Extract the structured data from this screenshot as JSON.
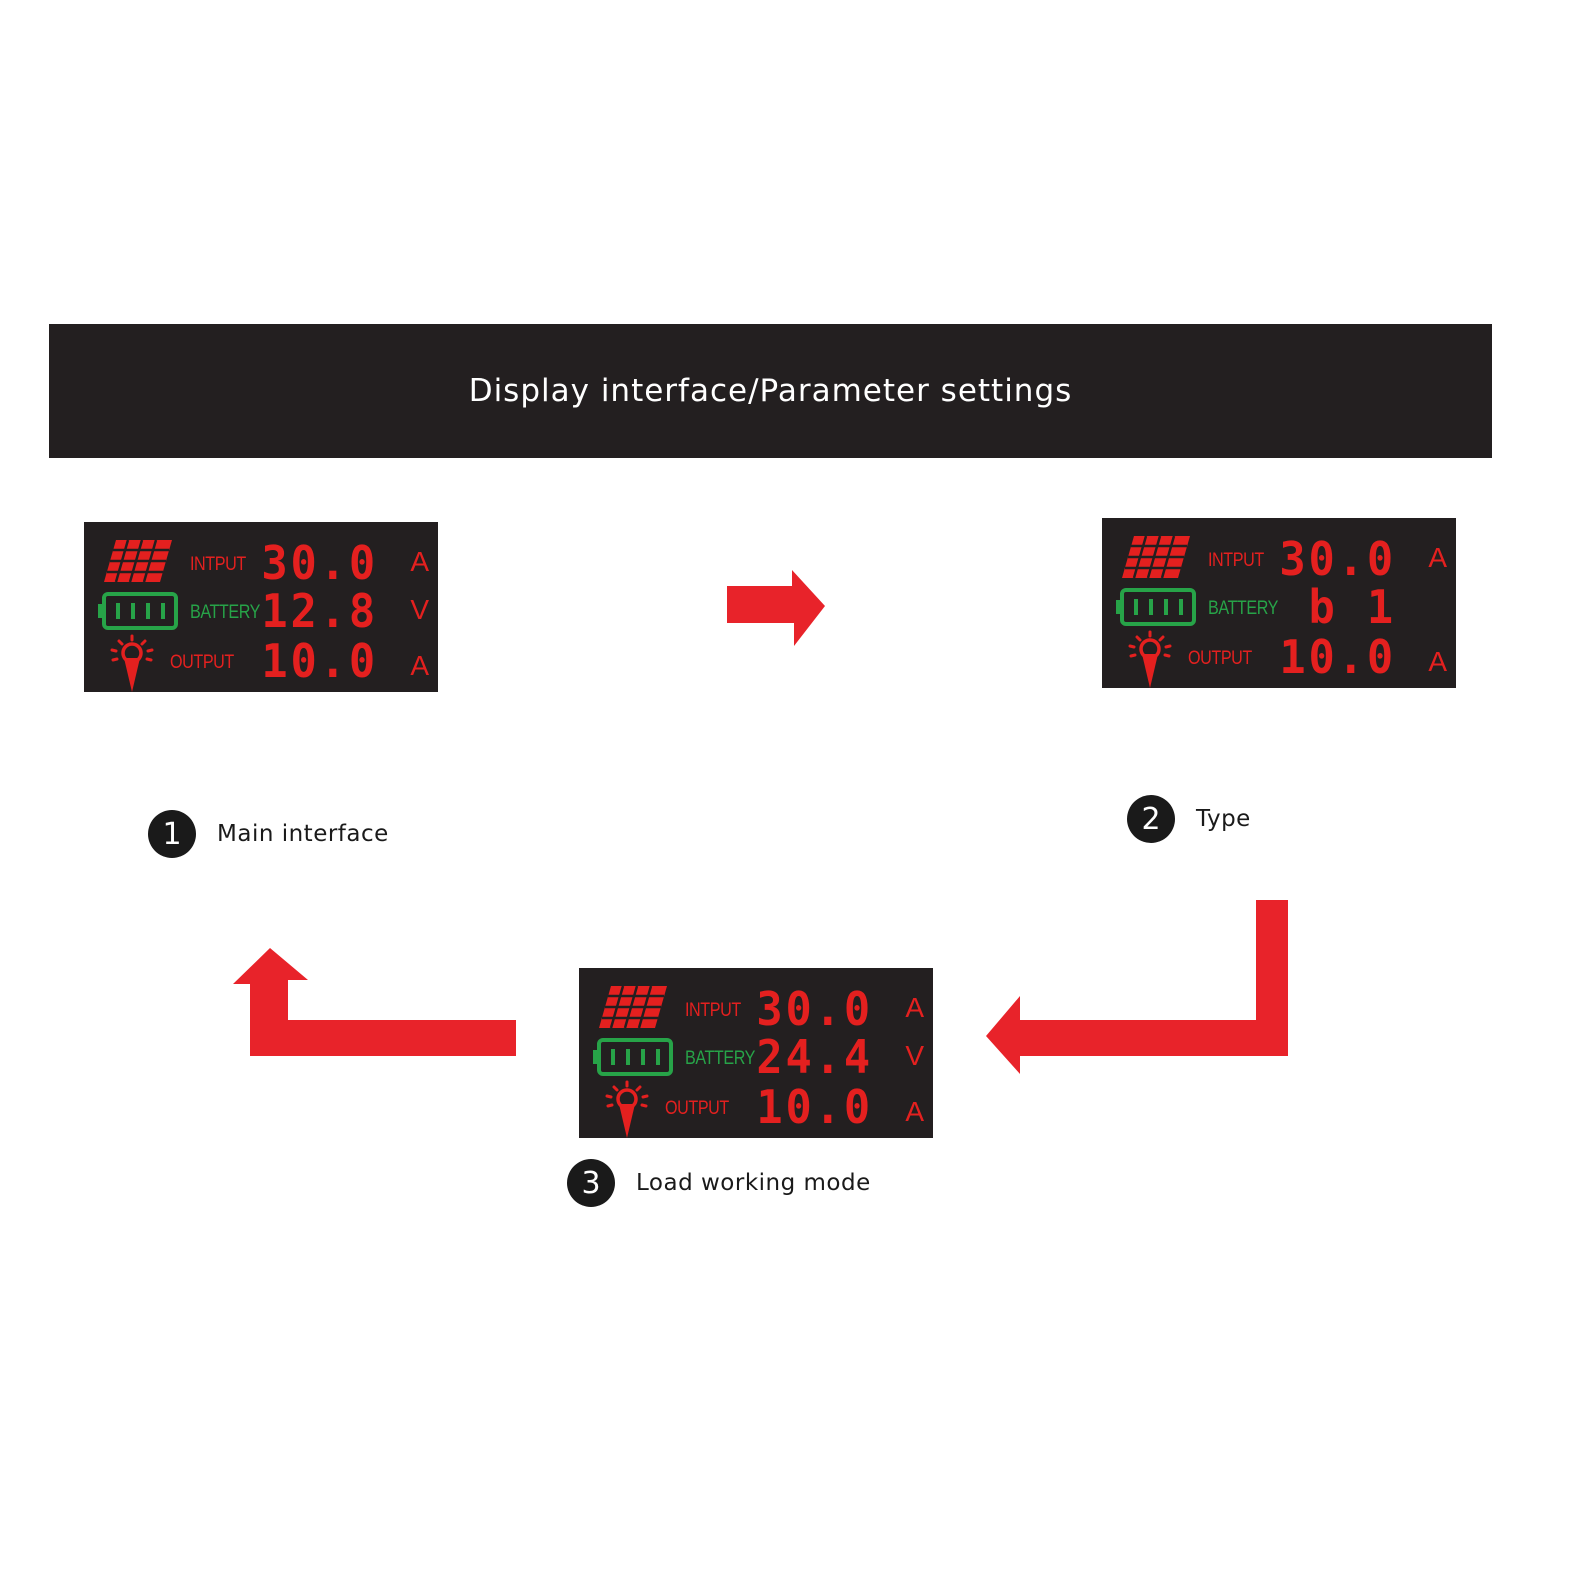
{
  "title": "Display interface/Parameter settings",
  "colors": {
    "lcd_bg": "#231f20",
    "lcd_red": "#e4201f",
    "lcd_green": "#27a348",
    "arrow": "#e8232a"
  },
  "screens": [
    {
      "input_label": "INTPUT",
      "input_value": "30.0",
      "input_unit": "A",
      "battery_label": "BATTERY",
      "battery_value": "12.8",
      "battery_unit": "V",
      "output_label": "OUTPUT",
      "output_value": "10.0",
      "output_unit": "A"
    },
    {
      "input_label": "INTPUT",
      "input_value": "30.0",
      "input_unit": "A",
      "battery_label": "BATTERY",
      "battery_value": "b 1",
      "battery_unit": "",
      "output_label": "OUTPUT",
      "output_value": "10.0",
      "output_unit": "A"
    },
    {
      "input_label": "INTPUT",
      "input_value": "30.0",
      "input_unit": "A",
      "battery_label": "BATTERY",
      "battery_value": "24.4",
      "battery_unit": "V",
      "output_label": "OUTPUT",
      "output_value": "10.0",
      "output_unit": "A"
    }
  ],
  "steps": [
    {
      "number": "1",
      "label": "Main interface"
    },
    {
      "number": "2",
      "label": "Type"
    },
    {
      "number": "3",
      "label": "Load working mode"
    }
  ],
  "icons": [
    "solar-panel-icon",
    "battery-icon",
    "bulb-icon",
    "arrow-right-icon",
    "arrow-left-elbow-icon",
    "arrow-up-elbow-icon"
  ]
}
